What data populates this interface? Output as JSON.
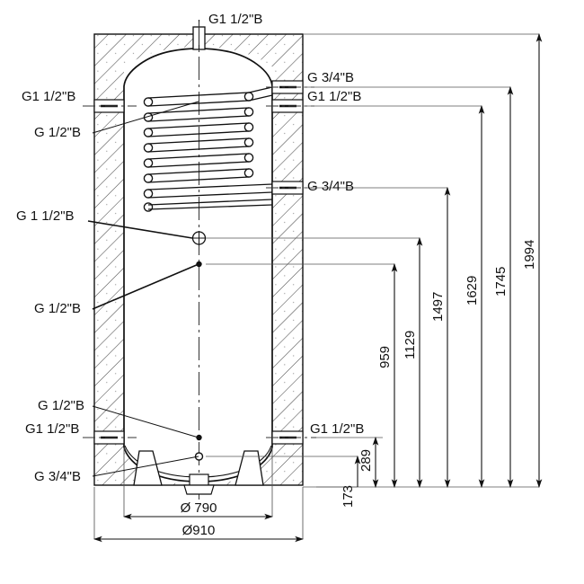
{
  "drawing": {
    "type": "technical-section-drawing",
    "subject": "insulated hot water buffer tank with upper coil heat exchanger",
    "units": "mm",
    "colors": {
      "line": "#111111",
      "thin_line": "#555555",
      "hatch": "#444444",
      "background": "#ffffff"
    }
  },
  "connection_labels": {
    "top": {
      "text": "G1 1/2\"B"
    },
    "left": [
      {
        "text": "G1 1/2\"B"
      },
      {
        "text": "G 1/2\"B"
      },
      {
        "text": "G 1 1/2\"B"
      },
      {
        "text": "G 1/2\"B"
      },
      {
        "text": "G 1/2\"B"
      },
      {
        "text": "G1 1/2\"B"
      },
      {
        "text": "G 3/4\"B"
      }
    ],
    "right": [
      {
        "text": "G 3/4\"B"
      },
      {
        "text": "G1 1/2\"B"
      },
      {
        "text": "G 3/4\"B"
      },
      {
        "text": "G1 1/2\"B"
      }
    ]
  },
  "vertical_dimensions": [
    {
      "value": "173"
    },
    {
      "value": "289"
    },
    {
      "value": "959"
    },
    {
      "value": "1129"
    },
    {
      "value": "1497"
    },
    {
      "value": "1629"
    },
    {
      "value": "1745"
    },
    {
      "value": "1994"
    }
  ],
  "horizontal_dimensions": [
    {
      "value": "Ø 790"
    },
    {
      "value": "Ø910"
    }
  ]
}
